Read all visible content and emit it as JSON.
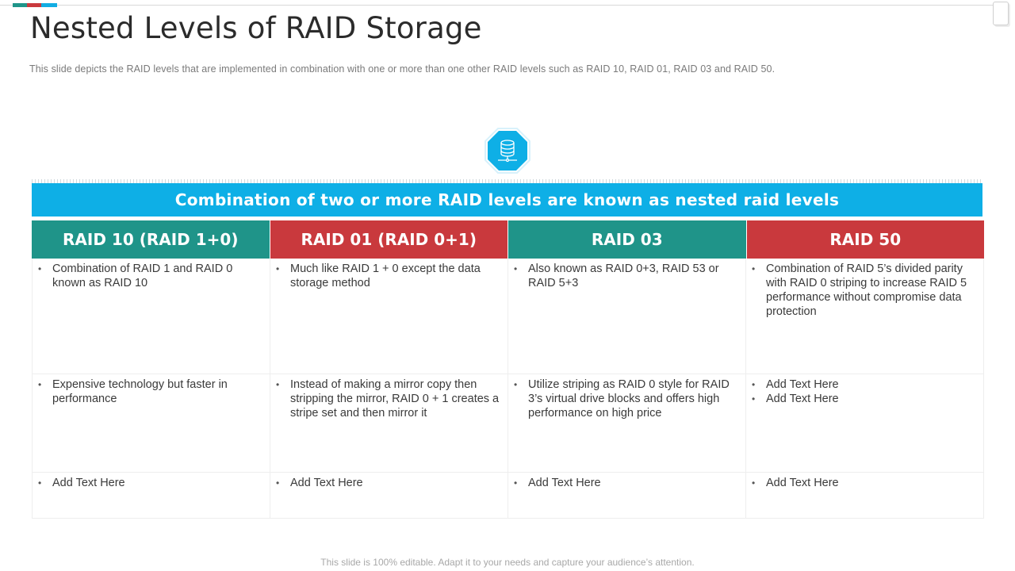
{
  "decor": {
    "accent_colors": [
      "#1f9489",
      "#c9393d",
      "#12ade3"
    ]
  },
  "header": {
    "title": "Nested Levels of RAID Storage",
    "subtitle": "This slide depicts the RAID levels that are implemented in combination with one or more than one other RAID levels such as RAID 10, RAID 01, RAID 03 and RAID 50."
  },
  "icon": {
    "name": "database-network-icon",
    "color": "#0eafe6"
  },
  "banner": {
    "text": "Combination of two or more RAID levels are known as nested raid levels",
    "color": "#0eafe6"
  },
  "table": {
    "columns": [
      {
        "header": "RAID 10 (RAID 1+0)",
        "color": "#1f9489",
        "rows": [
          [
            "Combination of RAID 1 and RAID 0 known as RAID 10"
          ],
          [
            "Expensive technology but faster in performance"
          ],
          [
            "Add Text Here"
          ]
        ]
      },
      {
        "header": "RAID 01 (RAID 0+1)",
        "color": "#c9393d",
        "rows": [
          [
            "Much like RAID 1 + 0 except the data storage method"
          ],
          [
            "Instead of making a mirror copy then stripping the mirror, RAID 0 + 1 creates a stripe set and then mirror it"
          ],
          [
            "Add Text Here"
          ]
        ]
      },
      {
        "header": "RAID 03",
        "color": "#1f9489",
        "rows": [
          [
            "Also known as RAID 0+3, RAID 53 or RAID 5+3"
          ],
          [
            "Utilize striping as RAID 0 style for RAID 3’s virtual drive blocks and offers high performance on high price"
          ],
          [
            "Add Text Here"
          ]
        ]
      },
      {
        "header": "RAID 50",
        "color": "#c9393d",
        "rows": [
          [
            "Combination of RAID 5’s divided parity with RAID 0 striping to increase RAID 5 performance without compromise data protection"
          ],
          [
            "Add Text Here",
            "Add Text Here"
          ],
          [
            "Add Text Here"
          ]
        ]
      }
    ]
  },
  "footer": {
    "text": "This slide is 100% editable. Adapt it to your needs and capture your audience’s attention."
  }
}
